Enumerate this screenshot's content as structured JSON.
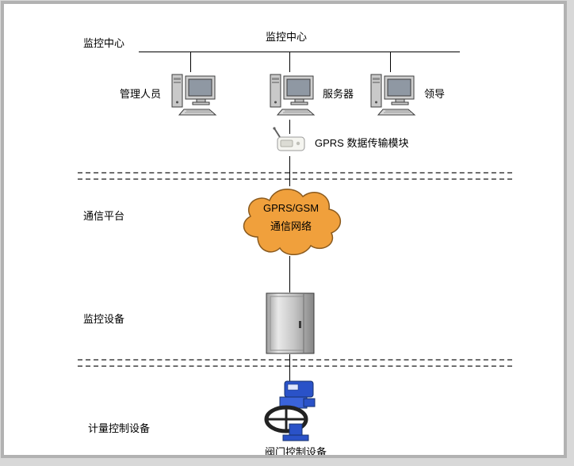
{
  "diagram": {
    "top_title": "监控中心",
    "section_labels": {
      "monitoring_center": "监控中心",
      "communication_platform": "通信平台",
      "monitoring_equipment": "监控设备",
      "metering_control_equipment": "计量控制设备"
    },
    "nodes": {
      "admin_label": "管理人员",
      "server_label": "服务器",
      "leader_label": "领导",
      "gprs_module_label": "GPRS 数据传输模块",
      "cloud_line1": "GPRS/GSM",
      "cloud_line2": "通信网络",
      "valve_label": "阀门控制设备"
    },
    "icons": {
      "computer": "computer-icon",
      "gprs_module": "gprs-module-icon",
      "network_cloud": "network-cloud-icon",
      "cabinet": "control-cabinet-icon",
      "valve": "valve-actuator-icon"
    },
    "colors": {
      "cloud_fill": "#F0A03C",
      "cloud_stroke": "#8A5A1E",
      "connector_line": "#000000",
      "separator_dash": "#6E6E6E",
      "valve_body": "#2A52C8"
    }
  }
}
